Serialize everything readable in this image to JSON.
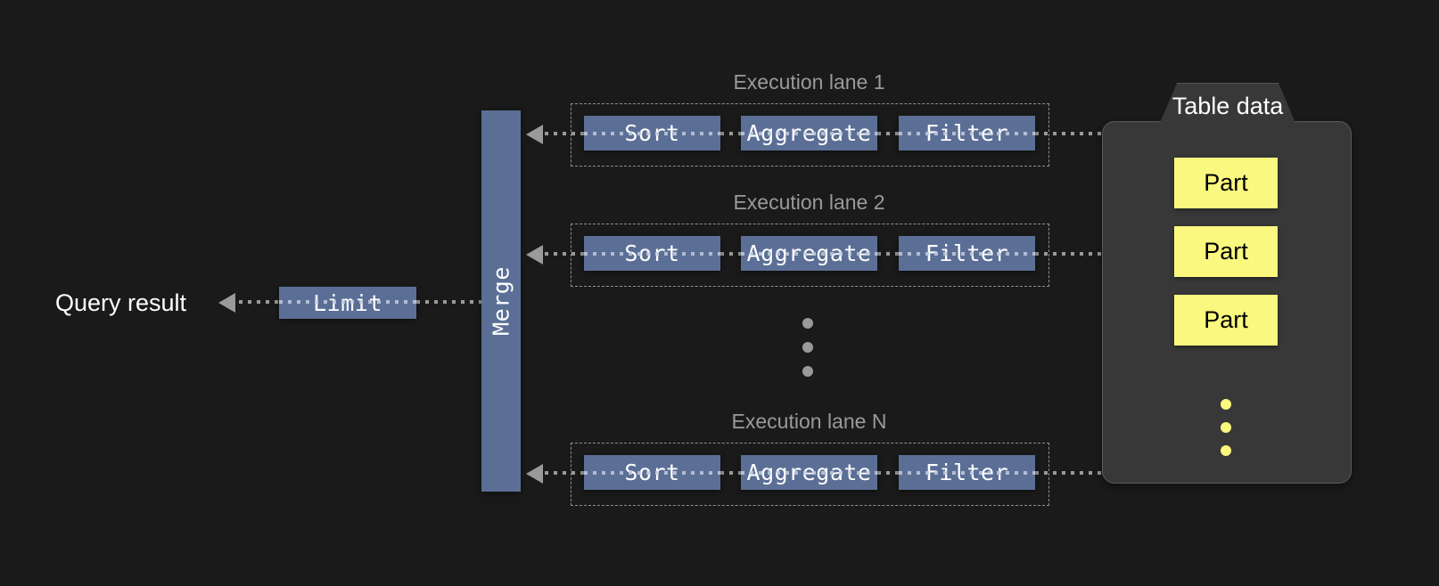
{
  "diagram": {
    "title": "Parallel query execution pipeline",
    "background_color": "#1a1a1a",
    "accent_color": "#5b6f96",
    "part_color": "#fbf87f",
    "connector_color": "#9a9a9a"
  },
  "output": {
    "query_result_label": "Query result",
    "limit_label": "Limit"
  },
  "merge": {
    "label": "Merge"
  },
  "lanes": [
    {
      "label": "Execution lane 1",
      "stages": [
        {
          "label": "Sort"
        },
        {
          "label": "Aggregate"
        },
        {
          "label": "Filter"
        }
      ]
    },
    {
      "label": "Execution lane 2",
      "stages": [
        {
          "label": "Sort"
        },
        {
          "label": "Aggregate"
        },
        {
          "label": "Filter"
        }
      ]
    },
    {
      "label": "Execution lane N",
      "stages": [
        {
          "label": "Sort"
        },
        {
          "label": "Aggregate"
        },
        {
          "label": "Filter"
        }
      ]
    }
  ],
  "lane_ellipsis": "vertical-ellipsis",
  "table_data": {
    "title": "Table data",
    "parts": [
      {
        "label": "Part"
      },
      {
        "label": "Part"
      },
      {
        "label": "Part"
      }
    ],
    "ellipsis": "vertical-ellipsis"
  }
}
